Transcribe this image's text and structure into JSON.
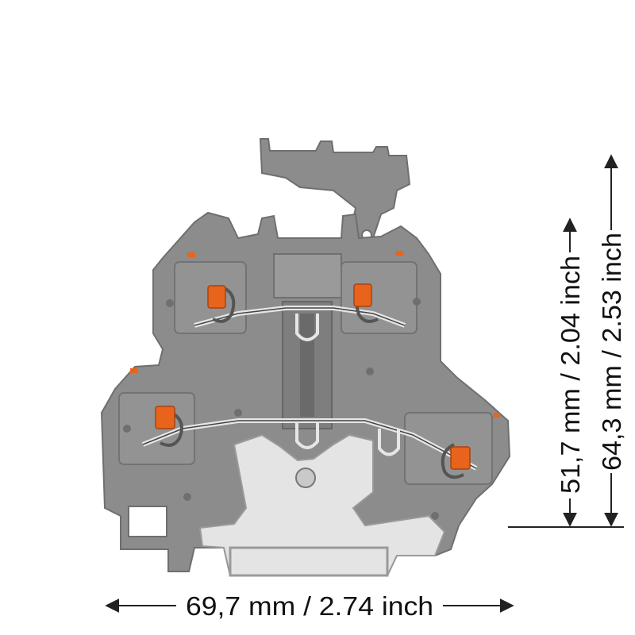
{
  "dimensions": {
    "width": "69,7 mm / 2.74 inch",
    "height_inner": "51,7 mm / 2.04 inch",
    "height_outer": "64,3 mm / 2.53 inch"
  },
  "colors": {
    "body": "#8c8c8c",
    "body_dark": "#6f6f6f",
    "body_light": "#a9a9a9",
    "lever": "#e8641c",
    "rail": "#e4e4e4",
    "line": "#222222"
  }
}
